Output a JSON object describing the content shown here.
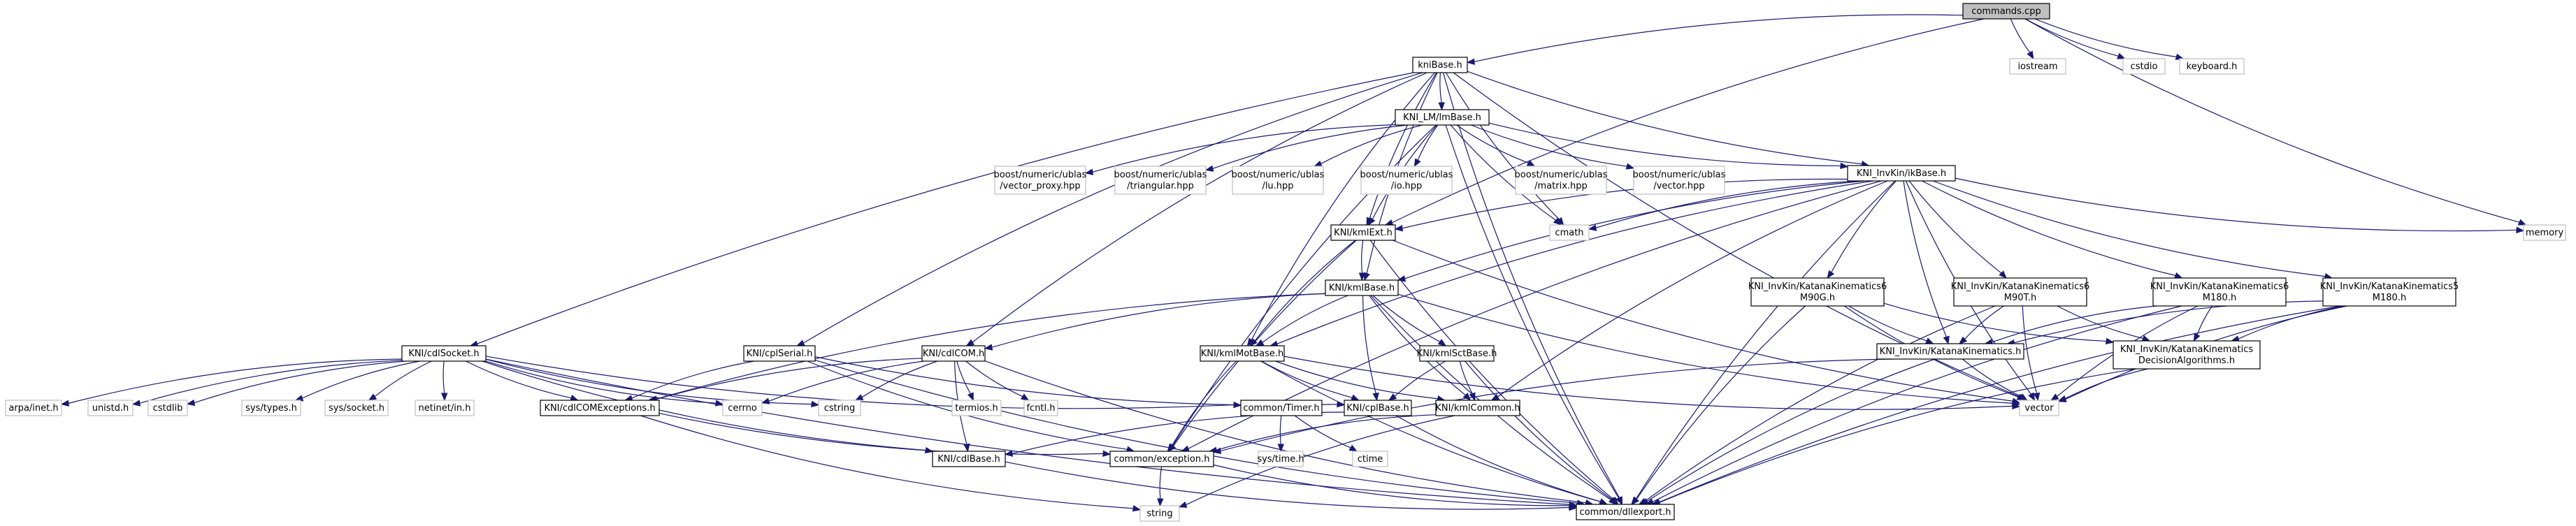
{
  "title": "Include dependency graph for commands.cpp",
  "colors": {
    "edge": "#191970",
    "root_fill": "#bfbfbf",
    "node_border": "#000000",
    "external_border": "#bfbfbf"
  },
  "nodes": [
    {
      "id": "commands",
      "lines": [
        "commands.cpp"
      ],
      "kind": "root"
    },
    {
      "id": "iostream",
      "lines": [
        "iostream"
      ],
      "kind": "ext"
    },
    {
      "id": "cstdio",
      "lines": [
        "cstdio"
      ],
      "kind": "ext"
    },
    {
      "id": "keyboard",
      "lines": [
        "keyboard.h"
      ],
      "kind": "ext"
    },
    {
      "id": "kniBase",
      "lines": [
        "kniBase.h"
      ],
      "kind": "int"
    },
    {
      "id": "lmBase",
      "lines": [
        "KNI_LM/lmBase.h"
      ],
      "kind": "int"
    },
    {
      "id": "vproxy",
      "lines": [
        "boost/numeric/ublas",
        "/vector_proxy.hpp"
      ],
      "kind": "ext"
    },
    {
      "id": "triang",
      "lines": [
        "boost/numeric/ublas",
        "/triangular.hpp"
      ],
      "kind": "ext"
    },
    {
      "id": "lu",
      "lines": [
        "boost/numeric/ublas",
        "/lu.hpp"
      ],
      "kind": "ext"
    },
    {
      "id": "io",
      "lines": [
        "boost/numeric/ublas",
        "/io.hpp"
      ],
      "kind": "ext"
    },
    {
      "id": "matrix",
      "lines": [
        "boost/numeric/ublas",
        "/matrix.hpp"
      ],
      "kind": "ext"
    },
    {
      "id": "vectorhpp",
      "lines": [
        "boost/numeric/ublas",
        "/vector.hpp"
      ],
      "kind": "ext"
    },
    {
      "id": "ikBase",
      "lines": [
        "KNI_InvKin/ikBase.h"
      ],
      "kind": "int"
    },
    {
      "id": "memory",
      "lines": [
        "memory"
      ],
      "kind": "ext"
    },
    {
      "id": "kmlExt",
      "lines": [
        "KNI/kmlExt.h"
      ],
      "kind": "int"
    },
    {
      "id": "cmath",
      "lines": [
        "cmath"
      ],
      "kind": "ext"
    },
    {
      "id": "kmlBase",
      "lines": [
        "KNI/kmlBase.h"
      ],
      "kind": "int"
    },
    {
      "id": "kk6g",
      "lines": [
        "KNI_InvKin/KatanaKinematics6",
        "M90G.h"
      ],
      "kind": "int"
    },
    {
      "id": "kk6t",
      "lines": [
        "KNI_InvKin/KatanaKinematics6",
        "M90T.h"
      ],
      "kind": "int"
    },
    {
      "id": "kk6m",
      "lines": [
        "KNI_InvKin/KatanaKinematics6",
        "M180.h"
      ],
      "kind": "int"
    },
    {
      "id": "kk5m",
      "lines": [
        "KNI_InvKin/KatanaKinematics5",
        "M180.h"
      ],
      "kind": "int"
    },
    {
      "id": "cdlSocket",
      "lines": [
        "KNI/cdlSocket.h"
      ],
      "kind": "int"
    },
    {
      "id": "cplSerial",
      "lines": [
        "KNI/cplSerial.h"
      ],
      "kind": "int"
    },
    {
      "id": "cdlCOM",
      "lines": [
        "KNI/cdlCOM.h"
      ],
      "kind": "int"
    },
    {
      "id": "kmlMotBase",
      "lines": [
        "KNI/kmlMotBase.h"
      ],
      "kind": "int"
    },
    {
      "id": "kmlSctBase",
      "lines": [
        "KNI/kmlSctBase.h"
      ],
      "kind": "int"
    },
    {
      "id": "katKin",
      "lines": [
        "KNI_InvKin/KatanaKinematics.h"
      ],
      "kind": "int"
    },
    {
      "id": "katDec",
      "lines": [
        "KNI_InvKin/KatanaKinematics",
        "DecisionAlgorithms.h"
      ],
      "kind": "int"
    },
    {
      "id": "arpa",
      "lines": [
        "arpa/inet.h"
      ],
      "kind": "ext"
    },
    {
      "id": "unistd",
      "lines": [
        "unistd.h"
      ],
      "kind": "ext"
    },
    {
      "id": "cstdlib",
      "lines": [
        "cstdlib"
      ],
      "kind": "ext"
    },
    {
      "id": "systypes",
      "lines": [
        "sys/types.h"
      ],
      "kind": "ext"
    },
    {
      "id": "syssocket",
      "lines": [
        "sys/socket.h"
      ],
      "kind": "ext"
    },
    {
      "id": "netinet",
      "lines": [
        "netinet/in.h"
      ],
      "kind": "ext"
    },
    {
      "id": "cdlCOMExc",
      "lines": [
        "KNI/cdlCOMExceptions.h"
      ],
      "kind": "int"
    },
    {
      "id": "cerrno",
      "lines": [
        "cerrno"
      ],
      "kind": "ext"
    },
    {
      "id": "cstring",
      "lines": [
        "cstring"
      ],
      "kind": "ext"
    },
    {
      "id": "termios",
      "lines": [
        "termios.h"
      ],
      "kind": "ext"
    },
    {
      "id": "fcntl",
      "lines": [
        "fcntl.h"
      ],
      "kind": "ext"
    },
    {
      "id": "timer",
      "lines": [
        "common/Timer.h"
      ],
      "kind": "int"
    },
    {
      "id": "cplBase",
      "lines": [
        "KNI/cplBase.h"
      ],
      "kind": "int"
    },
    {
      "id": "kmlCommon",
      "lines": [
        "KNI/kmlCommon.h"
      ],
      "kind": "int"
    },
    {
      "id": "vector",
      "lines": [
        "vector"
      ],
      "kind": "ext"
    },
    {
      "id": "cdlBase",
      "lines": [
        "KNI/cdlBase.h"
      ],
      "kind": "int"
    },
    {
      "id": "exception",
      "lines": [
        "common/exception.h"
      ],
      "kind": "int"
    },
    {
      "id": "systime",
      "lines": [
        "sys/time.h"
      ],
      "kind": "ext"
    },
    {
      "id": "ctime",
      "lines": [
        "ctime"
      ],
      "kind": "ext"
    },
    {
      "id": "string",
      "lines": [
        "string"
      ],
      "kind": "ext"
    },
    {
      "id": "dllexport",
      "lines": [
        "common/dllexport.h"
      ],
      "kind": "int"
    }
  ],
  "edges": [
    [
      "commands",
      "kniBase"
    ],
    [
      "commands",
      "iostream"
    ],
    [
      "commands",
      "cstdio"
    ],
    [
      "commands",
      "keyboard"
    ],
    [
      "commands",
      "memory"
    ],
    [
      "commands",
      "kmlExt"
    ],
    [
      "kniBase",
      "lmBase"
    ],
    [
      "kniBase",
      "ikBase"
    ],
    [
      "kniBase",
      "kmlExt"
    ],
    [
      "kniBase",
      "cdlSocket"
    ],
    [
      "kniBase",
      "cplSerial"
    ],
    [
      "kniBase",
      "cdlCOM"
    ],
    [
      "kniBase",
      "kmlMotBase"
    ],
    [
      "kniBase",
      "cmath"
    ],
    [
      "kniBase",
      "vector"
    ],
    [
      "kniBase",
      "dllexport"
    ],
    [
      "kniBase",
      "kmlBase"
    ],
    [
      "lmBase",
      "vproxy"
    ],
    [
      "lmBase",
      "triang"
    ],
    [
      "lmBase",
      "lu"
    ],
    [
      "lmBase",
      "io"
    ],
    [
      "lmBase",
      "matrix"
    ],
    [
      "lmBase",
      "vectorhpp"
    ],
    [
      "lmBase",
      "ikBase"
    ],
    [
      "lmBase",
      "kmlExt"
    ],
    [
      "lmBase",
      "cmath"
    ],
    [
      "lmBase",
      "exception"
    ],
    [
      "lmBase",
      "dllexport"
    ],
    [
      "ikBase",
      "kmlExt"
    ],
    [
      "ikBase",
      "kmlBase"
    ],
    [
      "ikBase",
      "memory"
    ],
    [
      "ikBase",
      "cmath"
    ],
    [
      "ikBase",
      "kk6g"
    ],
    [
      "ikBase",
      "kk6t"
    ],
    [
      "ikBase",
      "kk6m"
    ],
    [
      "ikBase",
      "kk5m"
    ],
    [
      "ikBase",
      "katKin"
    ],
    [
      "ikBase",
      "vector"
    ],
    [
      "ikBase",
      "dllexport"
    ],
    [
      "ikBase",
      "exception"
    ],
    [
      "ikBase",
      "kmlCommon"
    ],
    [
      "ikBase",
      "kmlMotBase"
    ],
    [
      "kmlExt",
      "kmlBase"
    ],
    [
      "kmlExt",
      "kmlMotBase"
    ],
    [
      "kmlExt",
      "exception"
    ],
    [
      "kmlExt",
      "vector"
    ],
    [
      "kmlExt",
      "dllexport"
    ],
    [
      "kmlBase",
      "cdlCOM"
    ],
    [
      "kmlBase",
      "kmlMotBase"
    ],
    [
      "kmlBase",
      "kmlSctBase"
    ],
    [
      "kmlBase",
      "cplBase"
    ],
    [
      "kmlBase",
      "kmlCommon"
    ],
    [
      "kmlBase",
      "cdlCOMExc"
    ],
    [
      "kmlBase",
      "dllexport"
    ],
    [
      "kmlBase",
      "vector"
    ],
    [
      "kk6g",
      "katKin"
    ],
    [
      "kk6g",
      "katDec"
    ],
    [
      "kk6g",
      "vector"
    ],
    [
      "kk6g",
      "dllexport"
    ],
    [
      "kk6t",
      "katKin"
    ],
    [
      "kk6t",
      "katDec"
    ],
    [
      "kk6t",
      "vector"
    ],
    [
      "kk6t",
      "dllexport"
    ],
    [
      "kk6m",
      "katKin"
    ],
    [
      "kk6m",
      "katDec"
    ],
    [
      "kk6m",
      "vector"
    ],
    [
      "kk6m",
      "dllexport"
    ],
    [
      "kk5m",
      "katKin"
    ],
    [
      "kk5m",
      "katDec"
    ],
    [
      "kk5m",
      "vector"
    ],
    [
      "kk5m",
      "dllexport"
    ],
    [
      "katKin",
      "vector"
    ],
    [
      "katKin",
      "exception"
    ],
    [
      "katKin",
      "dllexport"
    ],
    [
      "katDec",
      "vector"
    ],
    [
      "katDec",
      "dllexport"
    ],
    [
      "cdlSocket",
      "arpa"
    ],
    [
      "cdlSocket",
      "unistd"
    ],
    [
      "cdlSocket",
      "cstdlib"
    ],
    [
      "cdlSocket",
      "systypes"
    ],
    [
      "cdlSocket",
      "syssocket"
    ],
    [
      "cdlSocket",
      "netinet"
    ],
    [
      "cdlSocket",
      "cdlCOMExc"
    ],
    [
      "cdlSocket",
      "cerrno"
    ],
    [
      "cdlSocket",
      "cstring"
    ],
    [
      "cdlSocket",
      "cdlBase"
    ],
    [
      "cdlSocket",
      "timer"
    ],
    [
      "cdlSocket",
      "dllexport"
    ],
    [
      "cplSerial",
      "cdlCOMExc"
    ],
    [
      "cplSerial",
      "cplBase"
    ],
    [
      "cplSerial",
      "exception"
    ],
    [
      "cplSerial",
      "dllexport"
    ],
    [
      "cdlCOM",
      "cdlCOMExc"
    ],
    [
      "cdlCOM",
      "cerrno"
    ],
    [
      "cdlCOM",
      "cstring"
    ],
    [
      "cdlCOM",
      "termios"
    ],
    [
      "cdlCOM",
      "fcntl"
    ],
    [
      "cdlCOM",
      "cdlBase"
    ],
    [
      "cdlCOM",
      "dllexport"
    ],
    [
      "kmlMotBase",
      "cplBase"
    ],
    [
      "kmlMotBase",
      "kmlCommon"
    ],
    [
      "kmlMotBase",
      "exception"
    ],
    [
      "kmlMotBase",
      "vector"
    ],
    [
      "kmlMotBase",
      "dllexport"
    ],
    [
      "kmlSctBase",
      "cplBase"
    ],
    [
      "kmlSctBase",
      "kmlCommon"
    ],
    [
      "kmlSctBase",
      "dllexport"
    ],
    [
      "cdlCOMExc",
      "exception"
    ],
    [
      "cdlCOMExc",
      "string"
    ],
    [
      "timer",
      "systime"
    ],
    [
      "timer",
      "ctime"
    ],
    [
      "cplBase",
      "cdlBase"
    ],
    [
      "cplBase",
      "dllexport"
    ],
    [
      "kmlCommon",
      "exception"
    ],
    [
      "kmlCommon",
      "string"
    ],
    [
      "cdlBase",
      "dllexport"
    ],
    [
      "exception",
      "string"
    ],
    [
      "exception",
      "dllexport"
    ]
  ]
}
